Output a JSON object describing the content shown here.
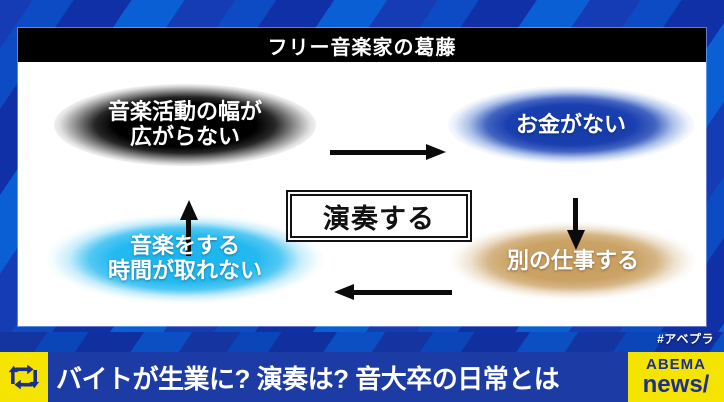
{
  "card": {
    "title": "フリー音楽家の葛藤"
  },
  "diagram": {
    "nodes": [
      {
        "id": "music-activity",
        "label_line1": "音楽活動の幅が",
        "label_line2": "広がらない",
        "color": "#000000"
      },
      {
        "id": "no-money",
        "label_line1": "お金がない",
        "label_line2": "",
        "color": "#1a3faf"
      },
      {
        "id": "other-job",
        "label_line1": "別の仕事する",
        "label_line2": "",
        "color": "#cba366"
      },
      {
        "id": "no-time",
        "label_line1": "音楽をする",
        "label_line2": "時間が取れない",
        "color": "#23b9f0"
      }
    ],
    "center_box": {
      "label": "演奏する"
    },
    "arrows": [
      {
        "id": "arrow-top-right",
        "direction": "right"
      },
      {
        "id": "arrow-right-down",
        "direction": "down"
      },
      {
        "id": "arrow-bottom-left",
        "direction": "left"
      },
      {
        "id": "arrow-left-up",
        "direction": "up"
      }
    ]
  },
  "overlay": {
    "hashtag": "#アベプラ"
  },
  "ticker": {
    "icon": "refresh-cycle-icon",
    "headline": "バイトが生業に? 演奏は? 音大卒の日常とは",
    "logo_top": "ABEMA",
    "logo_bottom": "news/"
  },
  "colors": {
    "background_blue": "#0a5fd4",
    "background_blue_dark": "#1030a8",
    "ticker_blue": "#1d3ba4",
    "brand_yellow": "#f5e400",
    "brand_navy": "#1b2f8c",
    "title_bar": "#000000"
  }
}
